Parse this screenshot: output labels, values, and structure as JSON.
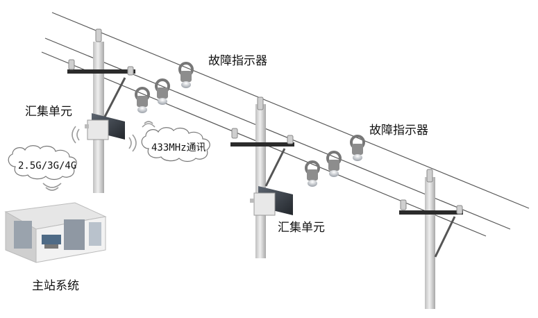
{
  "labels": {
    "fault_indicator_top": "故障指示器",
    "fault_indicator_right": "故障指示器",
    "collector_unit_left": "汇集单元",
    "collector_unit_right": "汇集单元",
    "master_station": "主站系统"
  },
  "clouds": {
    "wireless_433": "433MHz通讯",
    "cellular": "2.5G/3G/4G"
  },
  "colors": {
    "wire": "#555555",
    "pole": "#d9d9d9",
    "pole_shade": "#b5b5b5",
    "crossarm": "#2b2b2b",
    "indicator": "#8d8d8d",
    "solar_panel": "#3a3f46",
    "room_floor": "#e6e6e6"
  },
  "icons": {
    "wifi": "wireless-signal-icon",
    "indicator": "fault-indicator-icon",
    "collector": "collector-unit-icon"
  }
}
